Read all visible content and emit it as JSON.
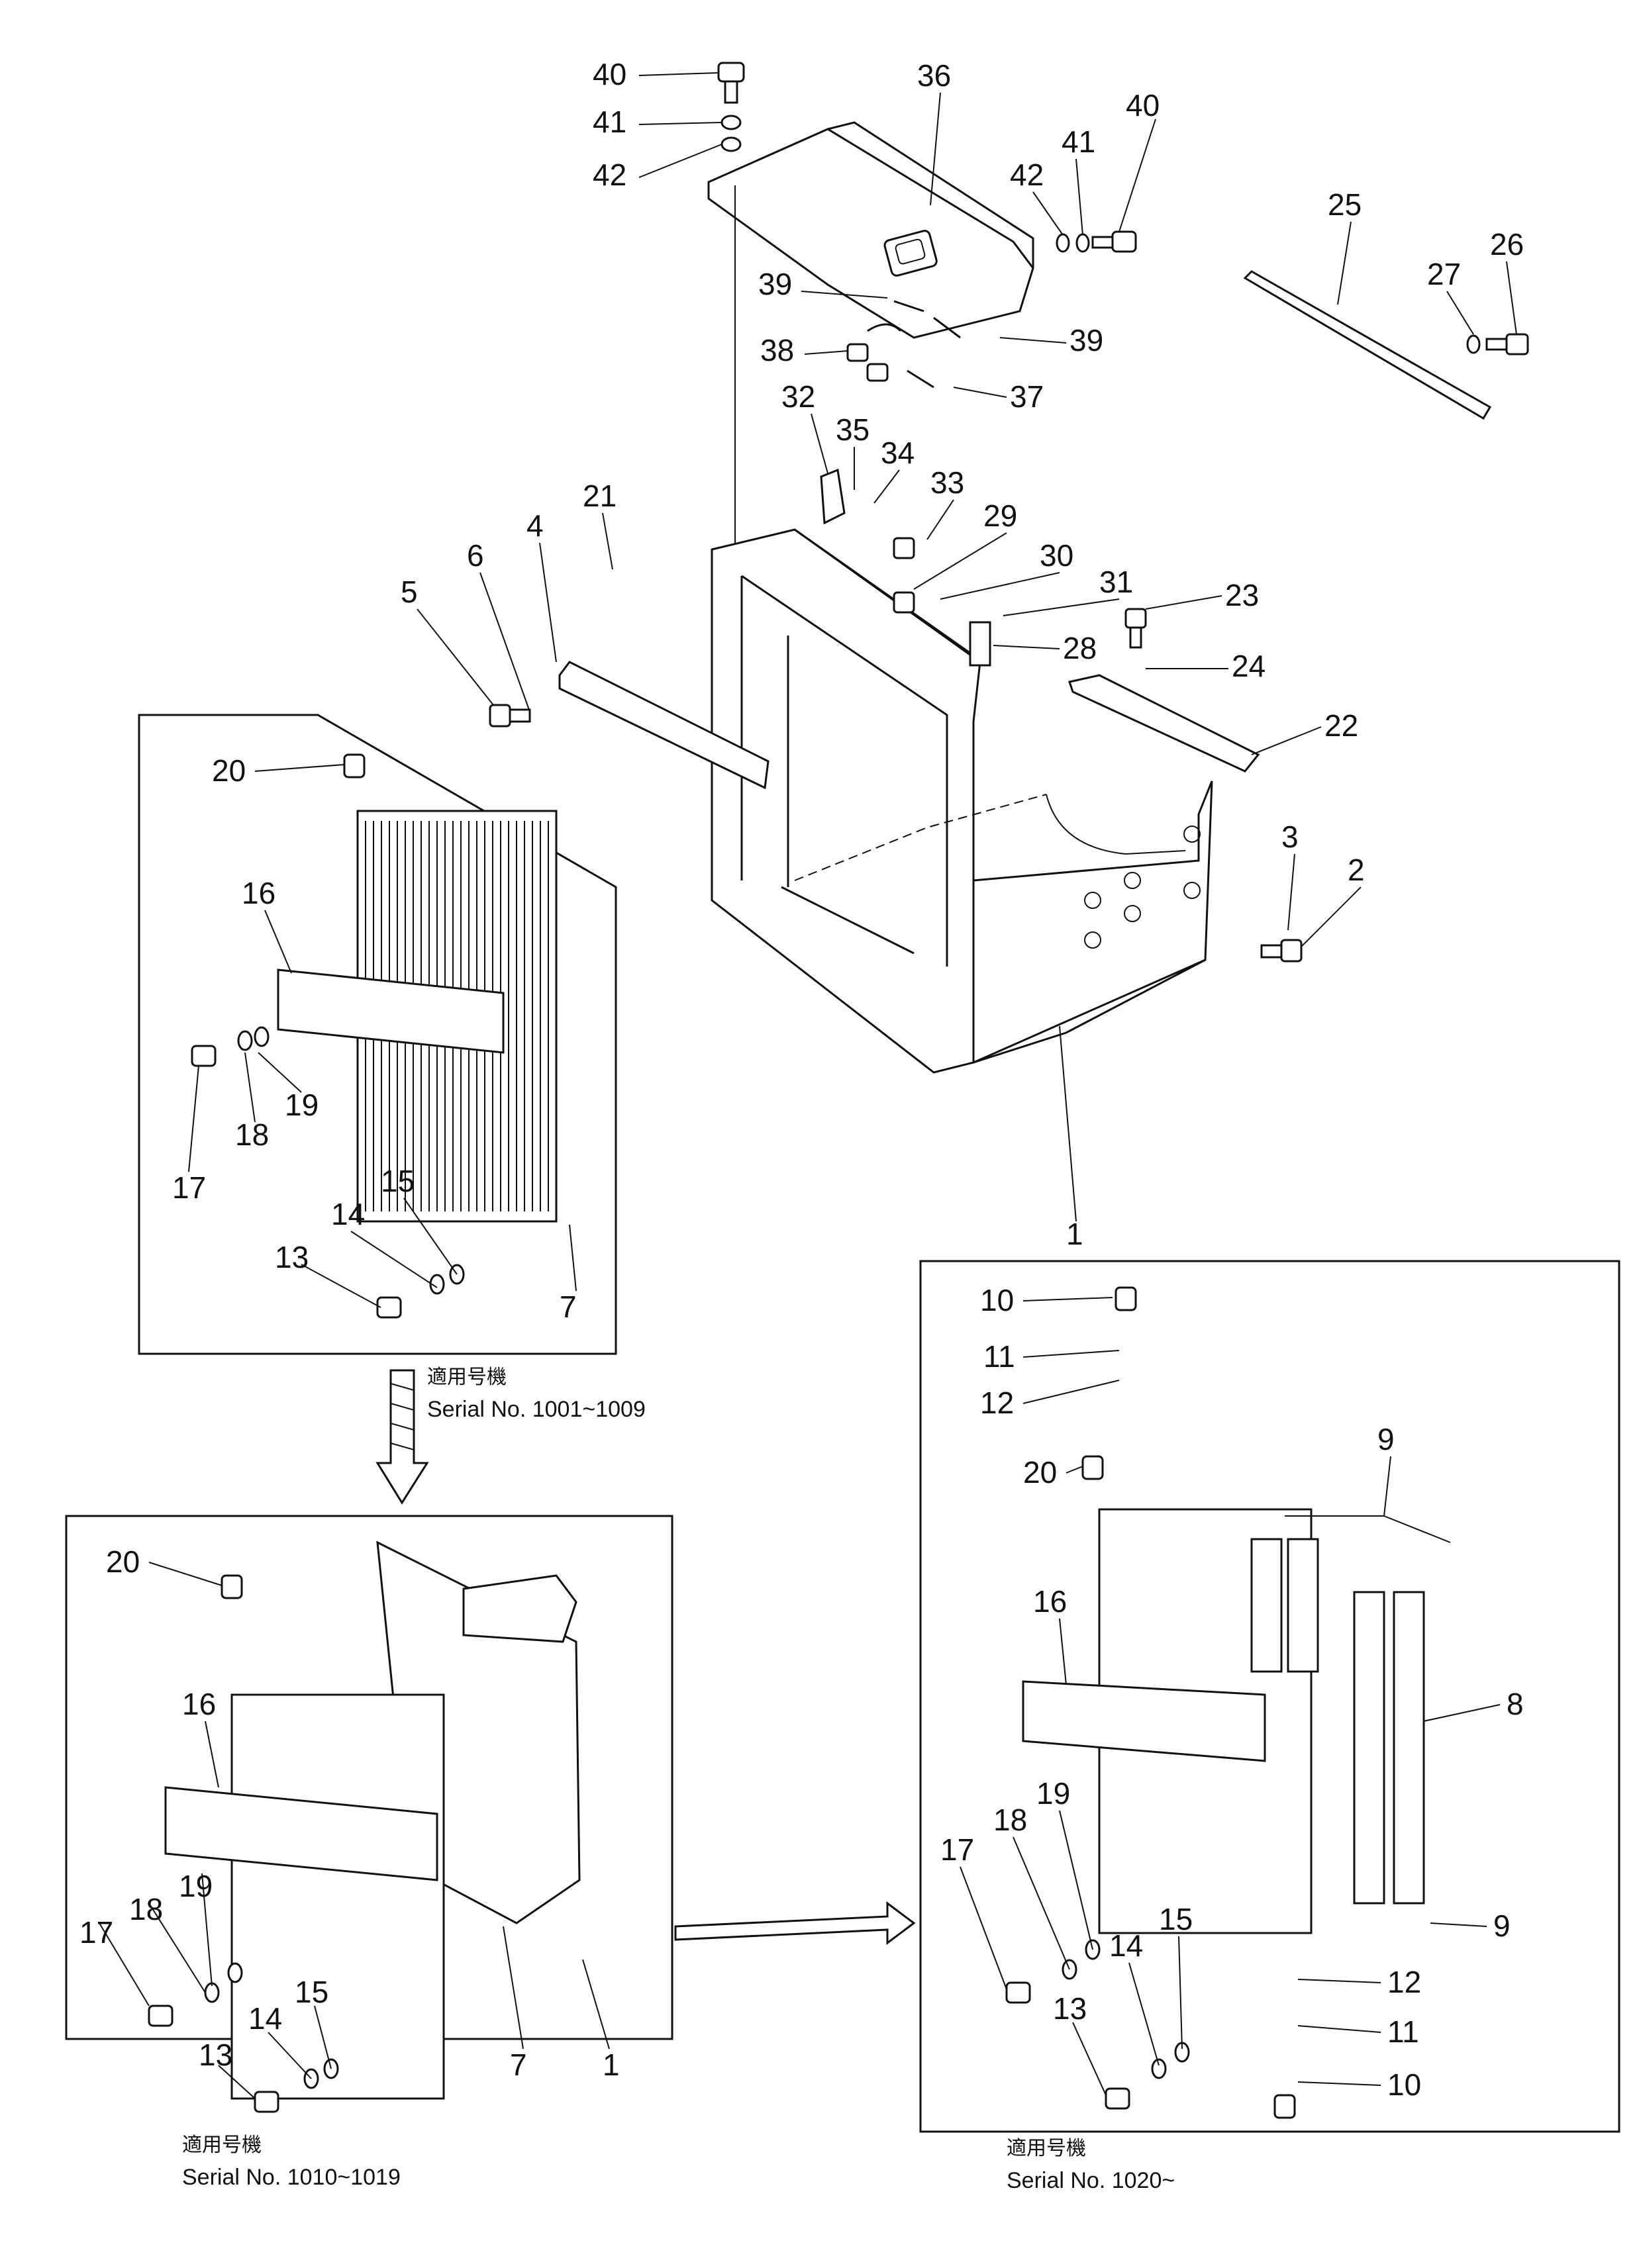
{
  "callouts": {
    "n1a": "1",
    "n1b": "1",
    "n2": "2",
    "n3": "3",
    "n4": "4",
    "n5": "5",
    "n6": "6",
    "n7a": "7",
    "n7b": "7",
    "n8": "8",
    "n9a": "9",
    "n9b": "9",
    "n10a": "10",
    "n10b": "10",
    "n11a": "11",
    "n11b": "11",
    "n12a": "12",
    "n12b": "12",
    "n13a": "13",
    "n13b": "13",
    "n13c": "13",
    "n14a": "14",
    "n14b": "14",
    "n14c": "14",
    "n15a": "15",
    "n15b": "15",
    "n15c": "15",
    "n16a": "16",
    "n16b": "16",
    "n16c": "16",
    "n17a": "17",
    "n17b": "17",
    "n17c": "17",
    "n18a": "18",
    "n18b": "18",
    "n18c": "18",
    "n19a": "19",
    "n19b": "19",
    "n19c": "19",
    "n20a": "20",
    "n20b": "20",
    "n20c": "20",
    "n21": "21",
    "n22": "22",
    "n23": "23",
    "n24": "24",
    "n25": "25",
    "n26": "26",
    "n27": "27",
    "n28": "28",
    "n29": "29",
    "n30": "30",
    "n31": "31",
    "n32": "32",
    "n33": "33",
    "n34": "34",
    "n35": "35",
    "n36": "36",
    "n37": "37",
    "n38": "38",
    "n39a": "39",
    "n39b": "39",
    "n40a": "40",
    "n40b": "40",
    "n41a": "41",
    "n41b": "41",
    "n42a": "42",
    "n42b": "42"
  },
  "captions": {
    "box1_jp": "適用号機",
    "box1_serial": "Serial No. 1001~1009",
    "box2_jp": "適用号機",
    "box2_serial": "Serial No. 1010~1019",
    "box3_jp": "適用号機",
    "box3_serial": "Serial No. 1020~"
  }
}
